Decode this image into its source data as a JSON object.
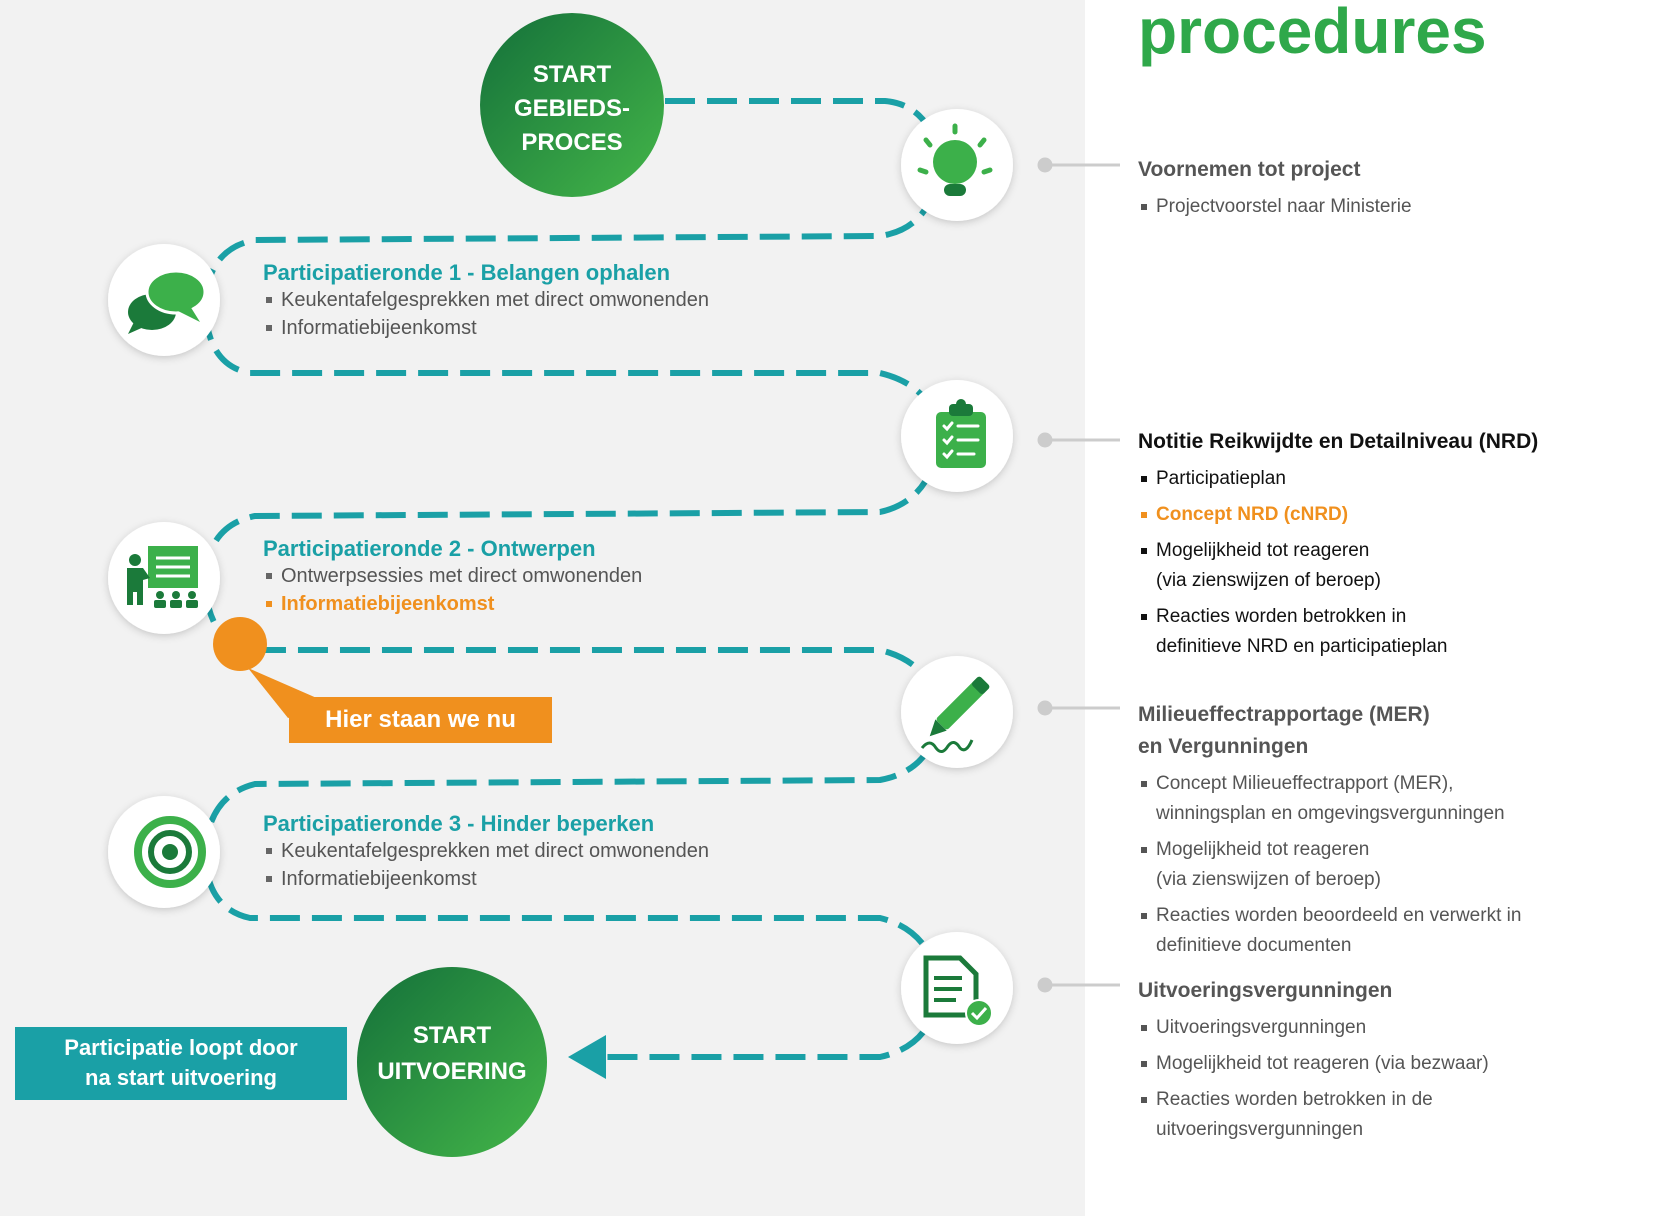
{
  "title": "procedures",
  "start_process": {
    "line1": "START",
    "line2": "GEBIEDS-",
    "line3": "PROCES"
  },
  "start_execution": {
    "line1": "START",
    "line2": "UITVOERING"
  },
  "rounds": [
    {
      "title": "Participatieronde 1 - Belangen ophalen",
      "items": [
        "Keukentafelgesprekken met direct omwonenden",
        "Informatiebijeenkomst"
      ]
    },
    {
      "title": "Participatieronde 2 - Ontwerpen",
      "items": [
        "Ontwerpsessies met direct omwonenden",
        "Informatiebijeenkomst"
      ]
    },
    {
      "title": "Participatieronde 3 - Hinder beperken",
      "items": [
        "Keukentafelgesprekken met direct omwonenden",
        "Informatiebijeenkomst"
      ]
    }
  ],
  "here_label": "Hier staan we nu",
  "continue_box": {
    "line1": "Participatie loopt door",
    "line2": "na start uitvoering"
  },
  "steps": [
    {
      "heading": [
        "Voornemen tot project"
      ],
      "bullets": [
        [
          "Projectvoorstel naar Ministerie"
        ]
      ]
    },
    {
      "heading": [
        "Notitie Reikwijdte en Detailniveau (NRD)"
      ],
      "bullets": [
        [
          "Participatieplan"
        ],
        [
          "Concept NRD (cNRD)"
        ],
        [
          "Mogelijkheid  tot reageren",
          "(via zienswijzen of beroep)"
        ],
        [
          "Reacties worden betrokken in",
          "definitieve NRD en participatieplan"
        ]
      ]
    },
    {
      "heading": [
        "Milieueffectrapportage (MER)",
        "en Vergunningen"
      ],
      "bullets": [
        [
          "Concept Milieueffectrapport (MER),",
          "winningsplan en omgevingsvergunningen"
        ],
        [
          "Mogelijkheid tot reageren",
          "(via zienswijzen of beroep)"
        ],
        [
          "Reacties worden beoordeeld en verwerkt in",
          "definitieve documenten"
        ]
      ]
    },
    {
      "heading": [
        "Uitvoeringsvergunningen"
      ],
      "bullets": [
        [
          "Uitvoeringsvergunningen"
        ],
        [
          "Mogelijkheid tot reageren (via bezwaar)"
        ],
        [
          "Reacties worden betrokken in de",
          "uitvoeringsvergunningen"
        ]
      ]
    }
  ],
  "icons": [
    "lightbulb-icon",
    "chat-bubbles-icon",
    "clipboard-checklist-icon",
    "presentation-icon",
    "pen-signature-icon",
    "target-icon",
    "document-check-icon"
  ],
  "colors": {
    "green_dark": "#1b7a3a",
    "green_light": "#3cb04a",
    "teal": "#1aa0a6",
    "orange": "#f0901e"
  }
}
